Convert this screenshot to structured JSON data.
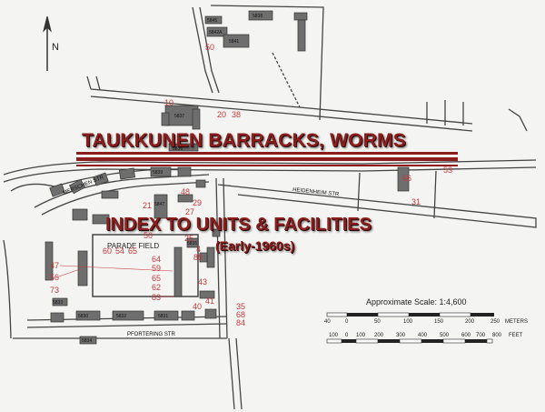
{
  "title": "TAUKKUNEN BARRACKS, WORMS",
  "subtitle": "INDEX TO UNITS & FACILITIES",
  "era": "(Early-1960s)",
  "north_label": "N",
  "colors": {
    "title": "#8b1d1d",
    "numbers": "#c23a3a",
    "lines": "#333333",
    "buildings": "#6b6b6b"
  },
  "scale": {
    "caption": "Approximate Scale: 1:4,600",
    "meters_ticks": [
      "40",
      "0",
      "50",
      "100",
      "150",
      "200",
      "250"
    ],
    "meters_unit": "METERS",
    "feet_ticks": [
      "100",
      "0",
      "100",
      "200",
      "300",
      "400",
      "500",
      "600",
      "700",
      "800"
    ],
    "feet_unit": "FEET"
  },
  "streets": [
    "MERSCHEN STR",
    "HEIDENHEIM STR",
    "PFORTERING STR"
  ],
  "area_labels": [
    "PARADE FIELD"
  ],
  "building_numbers": [
    "5845",
    "5842A",
    "5838",
    "5841",
    "5837",
    "5836",
    "5839",
    "5847",
    "5834",
    "5832",
    "5831",
    "5830",
    "5833",
    "5835"
  ],
  "unit_numbers": [
    "50",
    "10",
    "20",
    "38",
    "53",
    "66",
    "31",
    "48",
    "21",
    "27",
    "29",
    "50",
    "25",
    "4",
    "89",
    "60",
    "54",
    "65",
    "64",
    "59",
    "65",
    "62",
    "83",
    "43",
    "47",
    "56",
    "73",
    "41",
    "40",
    "35",
    "68",
    "84"
  ]
}
